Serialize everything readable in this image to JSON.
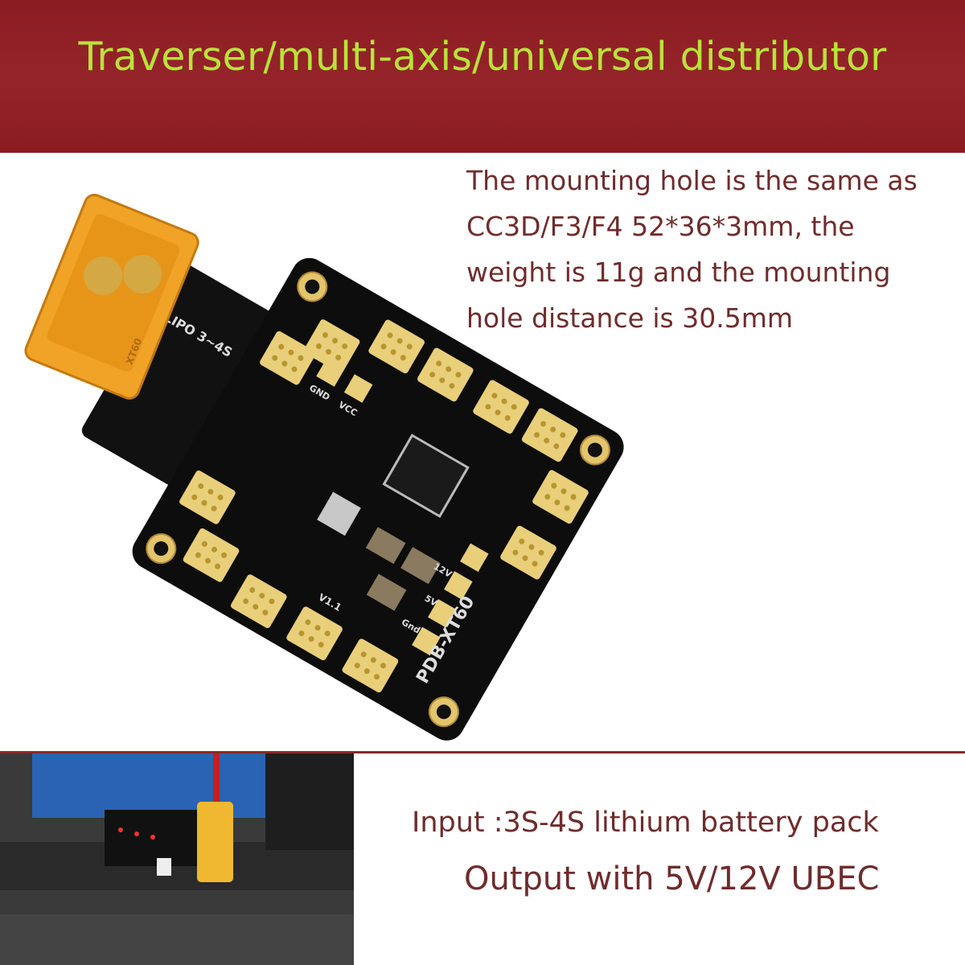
{
  "banner": {
    "title": "Traverser/multi-axis/universal distributor"
  },
  "description": {
    "lines": [
      "The mounting hole is the same as",
      "CC3D/F3/F4 52*36*3mm, the",
      "weight is 11g and the mounting",
      "hole distance is 30.5mm"
    ]
  },
  "board": {
    "name": "PDB-XT60",
    "battery_label": "LIPO 3~4S",
    "connector_label": "XT60",
    "gnd_label": "GND",
    "vcc_label": "VCC",
    "out_5v": "5V",
    "out_gnd": "Gnd",
    "out_12v": "12V",
    "version": "V1.1"
  },
  "specs": {
    "input": "Input :3S-4S lithium battery pack",
    "output": "Output with 5V/12V UBEC"
  },
  "colors": {
    "banner": "#8a1c20",
    "title": "#b9e23c",
    "text": "#6f2c2c",
    "pcb": "#0d0d0d",
    "pad": "#e9cf7a",
    "connector": "#f0a326"
  }
}
